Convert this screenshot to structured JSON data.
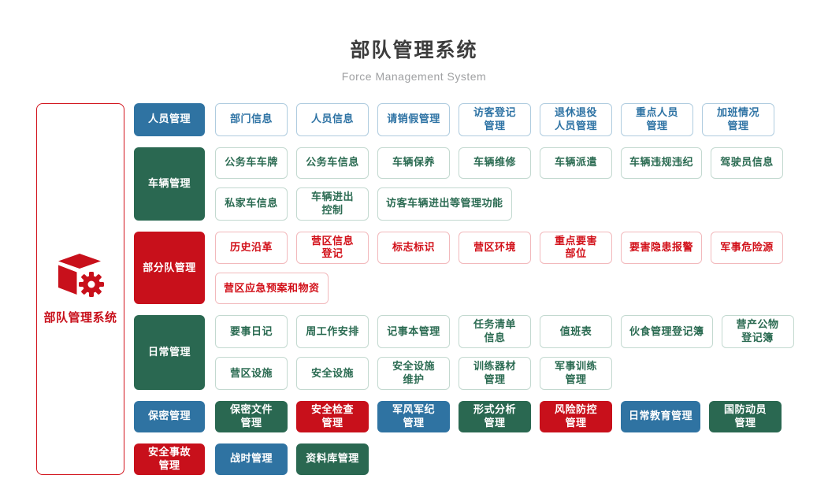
{
  "header": {
    "title": "部队管理系统",
    "subtitle": "Force Management System"
  },
  "root": {
    "label": "部队管理系统",
    "icon": "cube-gear-icon"
  },
  "colors": {
    "solid_blue": "#2F73A2",
    "solid_green": "#2A6851",
    "solid_red": "#C8101B",
    "outline_blue_border": "#AFCCDF",
    "outline_blue_text": "#2E73A4",
    "outline_green_border": "#C3D9D0",
    "outline_green_text": "#2B6B52",
    "outline_red_border": "#F2B9BC",
    "outline_red_text": "#D2111A",
    "root_border": "#D2131C",
    "title_text": "#3D3D3D",
    "subtitle_text": "#9FA0A2"
  },
  "rows": [
    {
      "category": {
        "label": "人员管理",
        "variant": "blue"
      },
      "lines": [
        [
          {
            "label": "部门信息",
            "variant": "outline-blue"
          },
          {
            "label": "人员信息",
            "variant": "outline-blue"
          },
          {
            "label": "请销假管理",
            "variant": "outline-blue"
          },
          {
            "label": "访客登记\n管理",
            "variant": "outline-blue"
          },
          {
            "label": "退休退役\n人员管理",
            "variant": "outline-blue"
          },
          {
            "label": "重点人员\n管理",
            "variant": "outline-blue"
          },
          {
            "label": "加班情况\n管理",
            "variant": "outline-blue"
          }
        ]
      ]
    },
    {
      "category": {
        "label": "车辆管理",
        "variant": "green"
      },
      "lines": [
        [
          {
            "label": "公务车车牌",
            "variant": "outline-green"
          },
          {
            "label": "公务车信息",
            "variant": "outline-green"
          },
          {
            "label": "车辆保养",
            "variant": "outline-green"
          },
          {
            "label": "车辆维修",
            "variant": "outline-green"
          },
          {
            "label": "车辆派遣",
            "variant": "outline-green"
          },
          {
            "label": "车辆违规违纪",
            "variant": "outline-green"
          },
          {
            "label": "驾驶员信息",
            "variant": "outline-green"
          }
        ],
        [
          {
            "label": "私家车信息",
            "variant": "outline-green"
          },
          {
            "label": "车辆进出\n控制",
            "variant": "outline-green"
          },
          {
            "label": "访客车辆进出等管理功能",
            "variant": "outline-green"
          }
        ]
      ]
    },
    {
      "category": {
        "label": "部分队管理",
        "variant": "red"
      },
      "lines": [
        [
          {
            "label": "历史沿革",
            "variant": "outline-red"
          },
          {
            "label": "营区信息\n登记",
            "variant": "outline-red"
          },
          {
            "label": "标志标识",
            "variant": "outline-red"
          },
          {
            "label": "营区环境",
            "variant": "outline-red"
          },
          {
            "label": "重点要害\n部位",
            "variant": "outline-red"
          },
          {
            "label": "要害隐患报警",
            "variant": "outline-red"
          },
          {
            "label": "军事危险源",
            "variant": "outline-red"
          }
        ],
        [
          {
            "label": "营区应急预案和物资",
            "variant": "outline-red"
          }
        ]
      ]
    },
    {
      "category": {
        "label": "日常管理",
        "variant": "green"
      },
      "lines": [
        [
          {
            "label": "要事日记",
            "variant": "outline-green"
          },
          {
            "label": "周工作安排",
            "variant": "outline-green"
          },
          {
            "label": "记事本管理",
            "variant": "outline-green"
          },
          {
            "label": "任务清单\n信息",
            "variant": "outline-green"
          },
          {
            "label": "值班表",
            "variant": "outline-green"
          },
          {
            "label": "伙食管理登记簿",
            "variant": "outline-green"
          },
          {
            "label": "营产公物\n登记簿",
            "variant": "outline-green"
          }
        ],
        [
          {
            "label": "营区设施",
            "variant": "outline-green"
          },
          {
            "label": "安全设施",
            "variant": "outline-green"
          },
          {
            "label": "安全设施\n维护",
            "variant": "outline-green"
          },
          {
            "label": "训练器材\n管理",
            "variant": "outline-green"
          },
          {
            "label": "军事训练\n管理",
            "variant": "outline-green"
          }
        ]
      ]
    },
    {
      "category": {
        "label": "保密管理",
        "variant": "blue"
      },
      "lines": [
        [
          {
            "label": "保密文件\n管理",
            "variant": "green"
          },
          {
            "label": "安全检查\n管理",
            "variant": "red"
          },
          {
            "label": "军风军纪\n管理",
            "variant": "blue"
          },
          {
            "label": "形式分析\n管理",
            "variant": "green"
          },
          {
            "label": "风险防控\n管理",
            "variant": "red"
          },
          {
            "label": "日常教育管理",
            "variant": "blue"
          },
          {
            "label": "国防动员\n管理",
            "variant": "green"
          }
        ]
      ]
    },
    {
      "category": {
        "label": "安全事故\n管理",
        "variant": "red"
      },
      "lines": [
        [
          {
            "label": "战时管理",
            "variant": "blue"
          },
          {
            "label": "资料库管理",
            "variant": "green"
          }
        ]
      ]
    }
  ]
}
